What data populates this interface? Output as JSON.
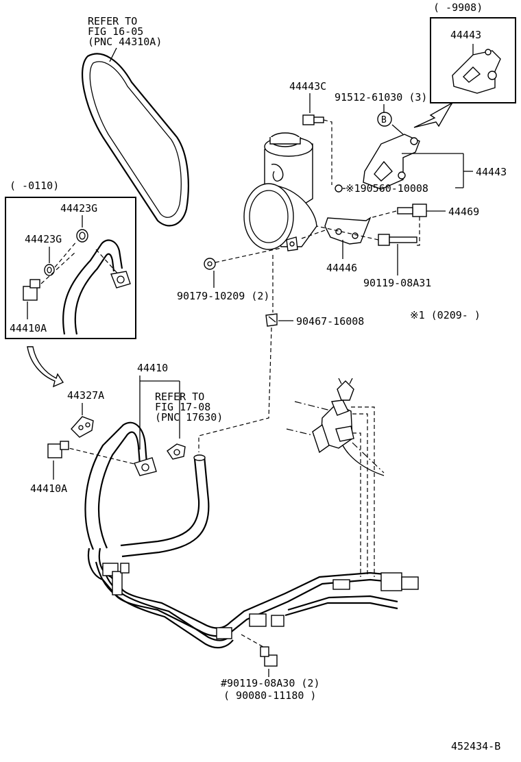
{
  "figure_code": "452434-B",
  "belt_note": {
    "line1": "REFER TO",
    "line2": "FIG 16-05",
    "line3": "(PNC 44310A)"
  },
  "inset_top": {
    "range": "(      -9908)",
    "part": "44443"
  },
  "inset_left": {
    "range": "(      -0110)",
    "part_a": "44423G",
    "part_b": "44423G",
    "part_c": "44410A"
  },
  "labels": {
    "p44443C": "44443C",
    "p91512": "91512-61030 (3)",
    "markB": "B",
    "p44443": "44443",
    "p190560": "※190560-10008",
    "p44469": "44469",
    "p44446": "44446",
    "p90119A31": "90119-08A31",
    "p90179": "90179-10209 (2)",
    "p90467": "90467-16008",
    "note1": "※1 (0209-     )",
    "p44410": "44410",
    "p44327A": "44327A",
    "p44410A": "44410A",
    "bottom1": "#90119-08A30 (2)",
    "bottom2": "( 90080-11180 )"
  },
  "sensor_note": {
    "line1": "REFER TO",
    "line2": "FIG 17-08",
    "line3": "(PNC 17630)"
  }
}
